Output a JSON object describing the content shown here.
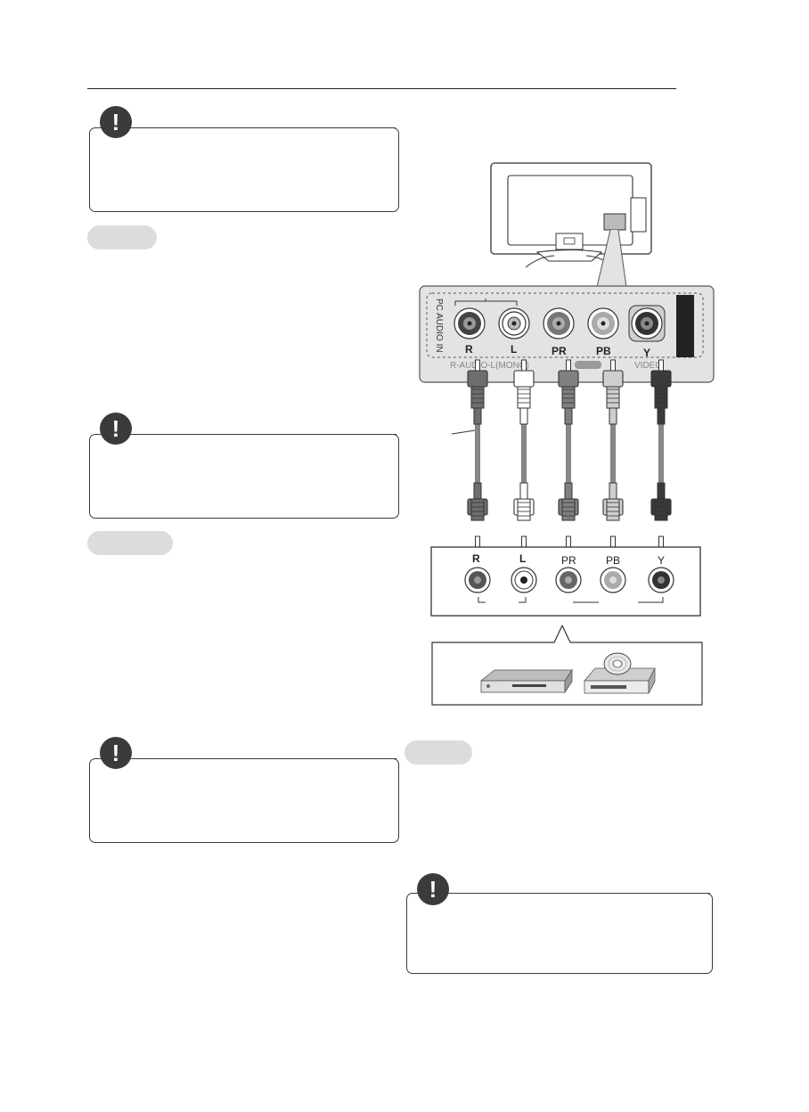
{
  "diagram": {
    "panel_labels": {
      "pc_audio_in": "PC AUDIO IN",
      "tv_r": "R",
      "tv_l": "L",
      "tv_pr": "PR",
      "tv_pb": "PB",
      "tv_y": "Y",
      "audio_caption": "R-AUDIO-L(MONO)",
      "video_caption": "VIDEO"
    },
    "device_labels": {
      "r": "R",
      "l": "L",
      "pr": "PR",
      "pb": "PB",
      "y": "Y"
    },
    "colors": {
      "cable_red": "#6e6e6e",
      "cable_white": "#ffffff",
      "cable_pr": "#808080",
      "cable_pb": "#cfcfcf",
      "cable_y": "#3a3a3a",
      "panel_bg": "#e3e3e3",
      "note_icon": "#3b3b3b",
      "pill": "#dcdcdc"
    }
  }
}
